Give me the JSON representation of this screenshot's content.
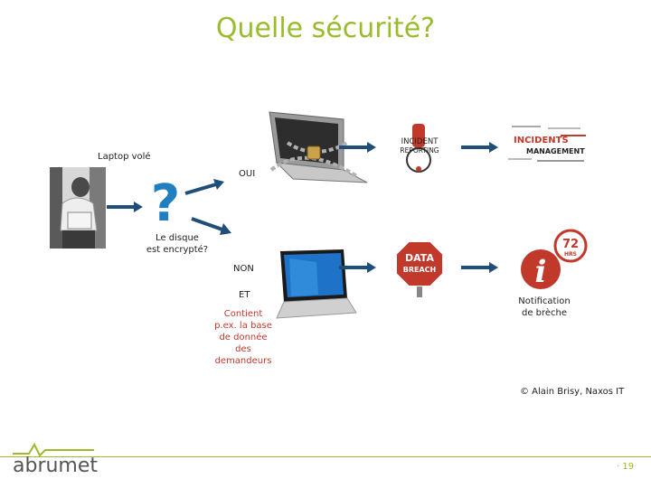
{
  "title": "Quelle sécurité?",
  "labels": {
    "laptop_stolen": "Laptop volé",
    "oui": "OUI",
    "disk_q1": "Le disque",
    "disk_q2": "est encrypté?",
    "non": "NON",
    "et": "ET",
    "contains": [
      "Contient",
      "p.ex. la base",
      "de donnée",
      "des",
      "demandeurs"
    ],
    "notification1": "Notification",
    "notification2": "de brèche",
    "copyright": "© Alain Brisy, Naxos IT"
  },
  "icons": {
    "question": "?",
    "incident_line1": "INCIDENT",
    "incident_line2": "REPORTING",
    "data_breach1": "DATA",
    "data_breach2": "BREACH",
    "hrs_num": "72",
    "hrs_unit": "HRS",
    "info": "i",
    "cloud_incidents": "INCIDENTS",
    "cloud_management": "MANAGEMENT"
  },
  "footer": {
    "logo": "abrumet",
    "page": "19"
  },
  "colors": {
    "accent": "#9bbb2e",
    "arrow": "#1f4e79",
    "alert": "#c0392b"
  }
}
